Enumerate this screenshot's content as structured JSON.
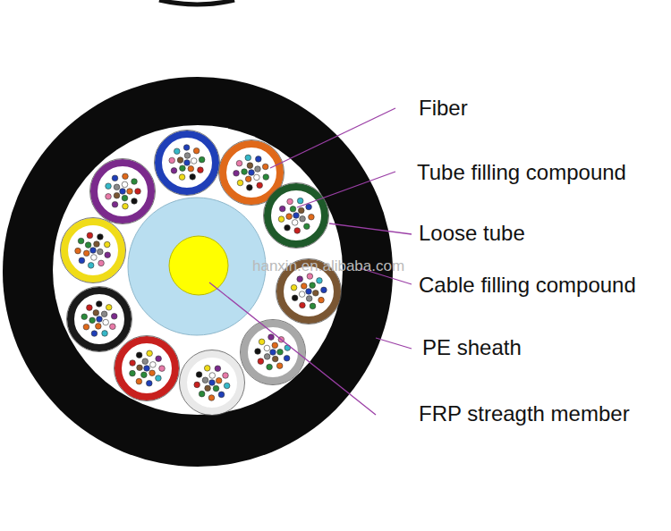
{
  "diagram": {
    "labels": [
      "Fiber",
      "Tube filling compound",
      "Loose tube",
      "Cable filling compound",
      "PE sheath",
      "FRP streagth member",
      "hanxin.en.alibaba.com"
    ]
  }
}
